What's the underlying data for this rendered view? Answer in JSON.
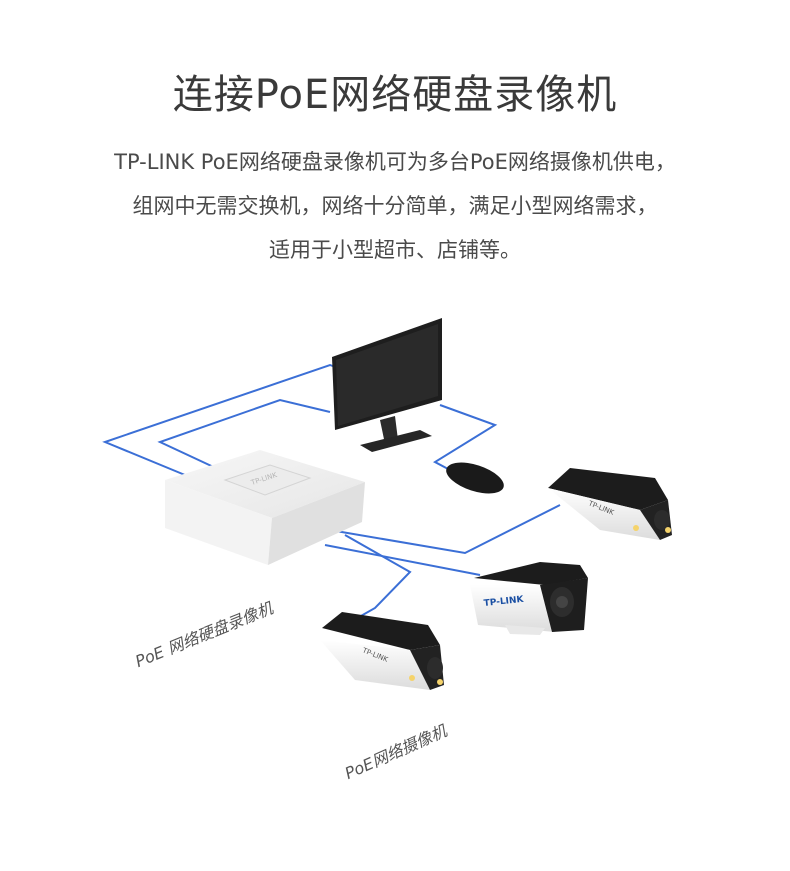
{
  "header": {
    "title": "连接PoE网络硬盘录像机"
  },
  "description": {
    "lines": [
      "TP-LINK PoE网络硬盘录像机可为多台PoE网络摄像机供电，",
      "组网中无需交换机，网络十分简单，满足小型网络需求，",
      "适用于小型超市、店铺等。"
    ]
  },
  "diagram": {
    "nvr_label": "PoE 网络硬盘录像机",
    "camera_label": "PoE网络摄像机",
    "brand": "TP-LINK",
    "cable_color": "#3b6fd6"
  }
}
